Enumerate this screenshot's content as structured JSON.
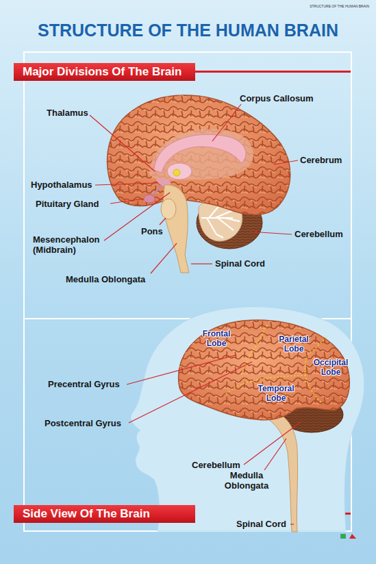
{
  "diagram": {
    "title": "STRUCTURE OF THE HUMAN BRAIN",
    "nodes": [
      {
        "text": [
          "Major Divisions Of The Brain"
        ]
      },
      {
        "text": [
          "Side View Of The Brain"
        ]
      }
    ],
    "labels": [
      "STRUCTURE OF THE HUMAN BRAIN",
      "Thalamus",
      "Corpus Callosum",
      "Cerebrum",
      "Hypothalamus",
      "Pituitary Gland",
      "Cerebellum",
      "Pons",
      "Spinal Cord",
      "Mesencephalon (Midbrain)",
      "Medulla Oblongata",
      "Frontal Lobe",
      "Parietal Lobe",
      "Occipital Lobe",
      "Temporal Lobe",
      "Precentral Gyrus",
      "Postcentral Gyrus",
      "Cerebellum",
      "Medulla Oblongata",
      "Spinal Cord"
    ]
  }
}
